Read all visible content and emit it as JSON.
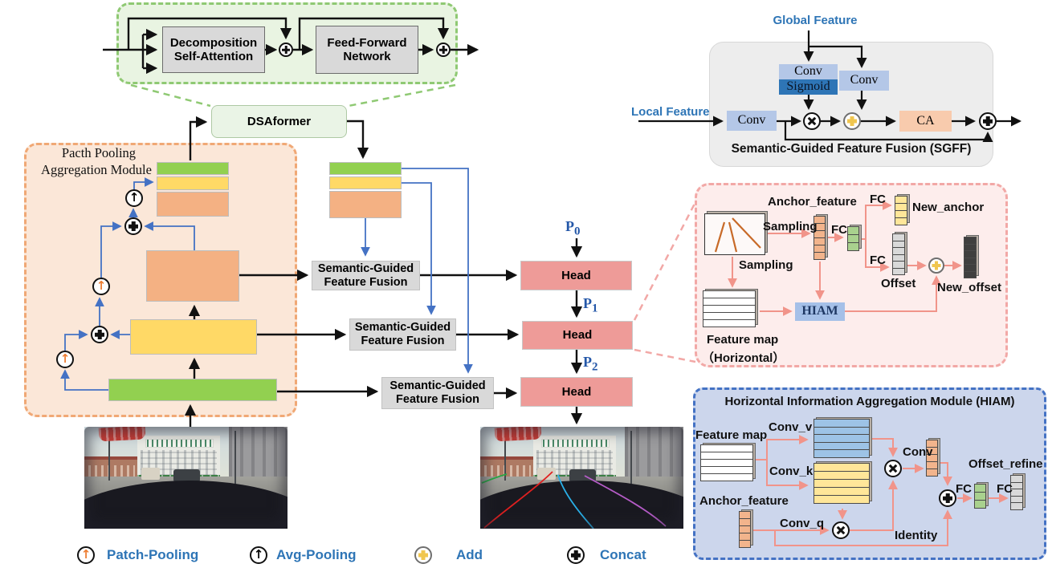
{
  "figure": {
    "description": "Lane detection network architecture diagram"
  },
  "detail": {
    "dsa_box": "Decomposition Self-Attention",
    "ffn_box": "Feed-Forward Network"
  },
  "backbone": {
    "dsaformer": "DSAformer",
    "ppam_title_line1": "Pacth  Pooling",
    "ppam_title_line2": "Aggregation Module",
    "sgff_label": "Semantic-Guided Feature Fusion",
    "head": "Head",
    "p_labels": [
      {
        "base": "P",
        "sub": "0"
      },
      {
        "base": "P",
        "sub": "1"
      },
      {
        "base": "P",
        "sub": "2"
      }
    ]
  },
  "sgff_module": {
    "global_feature": "Global Feature",
    "local_feature": "Local Feature",
    "conv": "Conv",
    "sigmoid": "Sigmoid",
    "ca": "CA",
    "caption": "Semantic-Guided Feature Fusion (SGFF)"
  },
  "refine_module": {
    "anchor_feature": "Anchor_feature",
    "sampling": "Sampling",
    "fc": "FC",
    "new_anchor": "New_anchor",
    "offset": "Offset",
    "new_offset": "New_offset",
    "hiam": "HIAM",
    "feature_map_line1": "Feature map",
    "feature_map_line2": "（Horizontal）"
  },
  "hiam_module": {
    "title": "Horizontal Information Aggregation Module (HIAM)",
    "feature_map": "Feature map",
    "anchor_feature": "Anchor_feature",
    "conv_v": "Conv_v",
    "conv_k": "Conv_k",
    "conv_q": "Conv_q",
    "conv": "Conv",
    "identity": "Identity",
    "fc": "FC",
    "offset_refine": "Offset_refine"
  },
  "legend": {
    "items": [
      {
        "label": "Patch-Pooling"
      },
      {
        "label": "Avg-Pooling"
      },
      {
        "label": "Add"
      },
      {
        "label": "Concat"
      }
    ]
  },
  "colors": {
    "blue_text": "#2e75b6",
    "line_blue": "#4472c4",
    "line_pink": "#f1948a",
    "green_bar": "#92d050",
    "yellow_bar": "#ffd966",
    "orange_bar": "#f4b183",
    "head_fill": "#ee9b98"
  }
}
